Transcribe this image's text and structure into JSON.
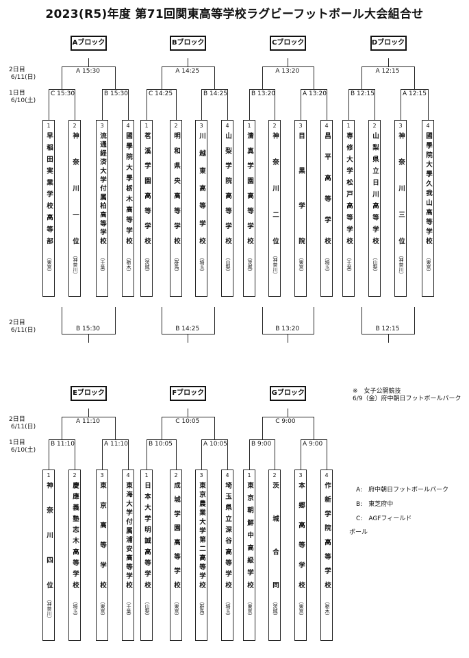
{
  "title": "2023(R5)年度 第71回関東高等学校ラグビーフットボール大会組合せ",
  "days": {
    "day2": "2日目",
    "day2_date": "6/11(日)",
    "day1": "1日目",
    "day1_date": "6/10(土)"
  },
  "notes": {
    "womens_mark": "※　女子公開競技",
    "womens_venue": "6/9（金）府中朝日フットボールパーク",
    "venue_a": "A:　府中朝日フットボールパーク",
    "venue_b": "B:　東芝府中",
    "venue_c": "C:　AGFフィールド",
    "venue_overflow": "ボール"
  },
  "blocks": [
    {
      "label": "Aブロック",
      "final": "A 15:30",
      "r1": [
        "C 15:30",
        "B 15:30"
      ],
      "bottom": "B 15:30",
      "teams": [
        {
          "no": "1",
          "name": "早稲田実業学校高等部",
          "pref": "（東京）"
        },
        {
          "no": "2",
          "name": "神奈川一位",
          "pref": "（神奈川）"
        },
        {
          "no": "3",
          "name": "流通経済大学付属柏高等学校",
          "pref": "（千葉）"
        },
        {
          "no": "4",
          "name": "國學院大學栃木高等学校",
          "pref": "（栃木）"
        }
      ]
    },
    {
      "label": "Bブロック",
      "final": "A 14:25",
      "r1": [
        "C 14:25",
        "B 14:25"
      ],
      "bottom": "B 14:25",
      "teams": [
        {
          "no": "1",
          "name": "茗溪学園高等学校",
          "pref": "（茨城）"
        },
        {
          "no": "2",
          "name": "明和県央高等学校",
          "pref": "（群馬）"
        },
        {
          "no": "3",
          "name": "川越東高等学校",
          "pref": "（埼玉）"
        },
        {
          "no": "4",
          "name": "山梨学院高等学校",
          "pref": "（山梨）"
        }
      ]
    },
    {
      "label": "Cブロック",
      "final": "A 13:20",
      "r1": [
        "B 13:20",
        "A 13:20"
      ],
      "bottom": "B 13:20",
      "teams": [
        {
          "no": "1",
          "name": "清真学園高等学校",
          "pref": "（茨城）"
        },
        {
          "no": "2",
          "name": "神奈川二位",
          "pref": "（神奈川）"
        },
        {
          "no": "3",
          "name": "目黒学院",
          "pref": "（東京）"
        },
        {
          "no": "4",
          "name": "昌平高等学校",
          "pref": "（埼玉）"
        }
      ]
    },
    {
      "label": "Dブロック",
      "final": "A 12:15",
      "r1": [
        "B 12:15",
        "A 12:15"
      ],
      "bottom": "B 12:15",
      "teams": [
        {
          "no": "1",
          "name": "専修大学松戸高等学校",
          "pref": "（千葉）"
        },
        {
          "no": "2",
          "name": "山梨県立日川高等学校",
          "pref": "（山梨）"
        },
        {
          "no": "3",
          "name": "神奈川三位",
          "pref": "（神奈川）"
        },
        {
          "no": "4",
          "name": "國學院大學久我山高等学校",
          "pref": "（東京）"
        }
      ]
    },
    {
      "label": "Eブロック",
      "final": "A 11:10",
      "r1": [
        "B 11:10",
        "A 11:10"
      ],
      "teams": [
        {
          "no": "1",
          "name": "神奈川四位",
          "pref": "（神奈川）"
        },
        {
          "no": "2",
          "name": "慶應義塾志木高等学校",
          "pref": "（埼玉）"
        },
        {
          "no": "3",
          "name": "東京高等学校",
          "pref": "（東京）"
        },
        {
          "no": "4",
          "name": "東海大学付属浦安高等学校",
          "pref": "（千葉）"
        }
      ]
    },
    {
      "label": "Fブロック",
      "final": "C 10:05",
      "r1": [
        "B 10:05",
        "A 10:05"
      ],
      "teams": [
        {
          "no": "1",
          "name": "日本大学明誠高等学校",
          "pref": "（山梨）"
        },
        {
          "no": "2",
          "name": "成城学園高等学校",
          "pref": "（東京）"
        },
        {
          "no": "3",
          "name": "東京農業大学第二高等学校",
          "pref": "（群馬）"
        },
        {
          "no": "4",
          "name": "埼玉県立深谷高等学校",
          "pref": "（埼玉）"
        }
      ]
    },
    {
      "label": "Gブロック",
      "final": "C 9:00",
      "r1": [
        "B 9:00",
        "A 9:00"
      ],
      "teams": [
        {
          "no": "1",
          "name": "東京朝鮮中高級学校",
          "pref": "（東京）"
        },
        {
          "no": "2",
          "name": "茨城合同",
          "pref": "（茨城）"
        },
        {
          "no": "3",
          "name": "本郷高等学校",
          "pref": "（東京）"
        },
        {
          "no": "4",
          "name": "作新学院高等学校",
          "pref": "（栃木）"
        }
      ]
    }
  ]
}
